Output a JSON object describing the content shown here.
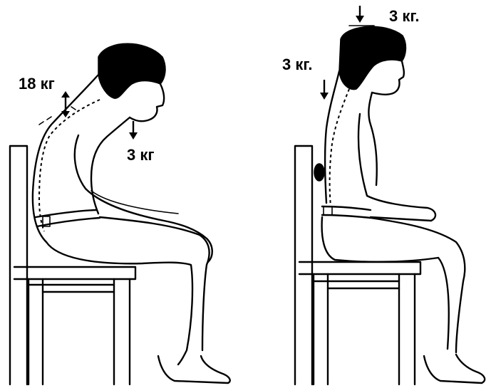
{
  "labels": {
    "left_neck_load": "18 кг",
    "left_head_load": "3 кг",
    "right_top_load": "3 кг.",
    "right_head_load": "3 кг."
  },
  "colors": {
    "ink": "#000000",
    "background": "#ffffff"
  }
}
